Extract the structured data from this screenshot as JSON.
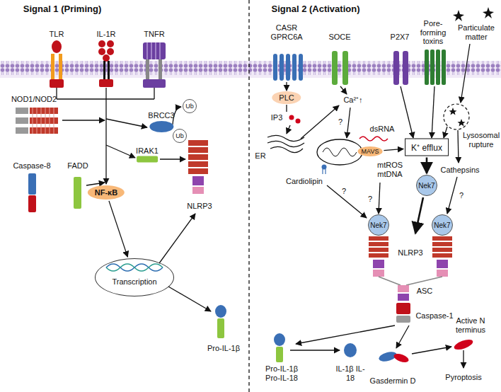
{
  "diagram": {
    "nodes": [
      {
        "text": [
          "BRCC3"
        ]
      },
      {
        "text": [
          "Ub"
        ]
      },
      {
        "text": [
          "Ub"
        ]
      },
      {
        "text": [
          "IRAK1"
        ]
      },
      {
        "text": [
          "NF-κB"
        ]
      },
      {
        "text": [
          "Transcription"
        ]
      },
      {
        "text": [
          "PLC"
        ]
      },
      {
        "text": [
          "MAVS"
        ]
      },
      {
        "text": [
          "K⁺ efflux"
        ]
      },
      {
        "text": [
          "Nek7"
        ]
      },
      {
        "text": [
          "Nek7"
        ]
      },
      {
        "text": [
          "Nek7"
        ]
      }
    ],
    "edges": [
      {
        "from": 4,
        "to": 5,
        "arrow": "to"
      },
      {
        "from": 7,
        "to": 8,
        "arrow": "to"
      },
      {
        "from": 8,
        "to": 9,
        "arrow": "to"
      }
    ],
    "labels": [
      "Signal 1 (Priming)",
      "Signal 2 (Activation)",
      "TLR",
      "IL-1R",
      "TNFR",
      "NOD1/NOD2",
      "Caspase-8",
      "FADD",
      "NLRP3",
      "Pro-IL-1β",
      "CASR GPRC6A",
      "SOCE",
      "P2X7",
      "Pore-forming toxins",
      "Particulate matter",
      "IP3",
      "ER",
      "Ca²⁺↑",
      "?",
      "dsRNA",
      "Cardiolipin",
      "mtROS mtDNA",
      "Lysosomal rupture",
      "Cathepsins",
      "?",
      "?",
      "?",
      "NLRP3",
      "ASC",
      "Caspase-1",
      "Pro-IL-1β Pro-IL-18",
      "IL-1β IL-18",
      "Gasdermin D",
      "Active N terminus",
      "Pyroptosis"
    ]
  }
}
